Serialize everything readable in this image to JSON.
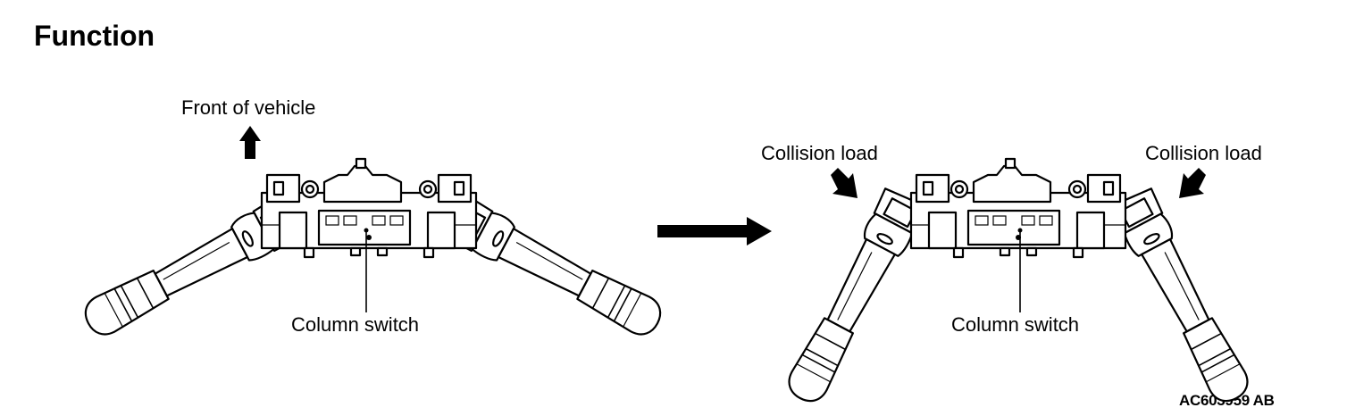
{
  "title": "Function",
  "left_view": {
    "front_label": "Front of vehicle",
    "column_switch_label": "Column switch"
  },
  "right_view": {
    "collision_left_label": "Collision load",
    "collision_right_label": "Collision load",
    "column_switch_label": "Column switch"
  },
  "figure_code": "AC603959 AB"
}
